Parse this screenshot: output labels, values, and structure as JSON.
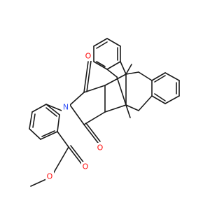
{
  "figure": {
    "background": "#ffffff",
    "bond_color": "#1a1a1a",
    "atom_colors": {
      "O": "#ff0d0d",
      "N": "#3050f8",
      "C": "#1a1a1a"
    }
  },
  "labels": {
    "o_top": "O",
    "o_bottom": "O",
    "n_imide": "N",
    "o_ester_carbonyl": "O",
    "o_ester_ether": "O",
    "methyl_top": "",
    "methyl_bottom": ""
  }
}
